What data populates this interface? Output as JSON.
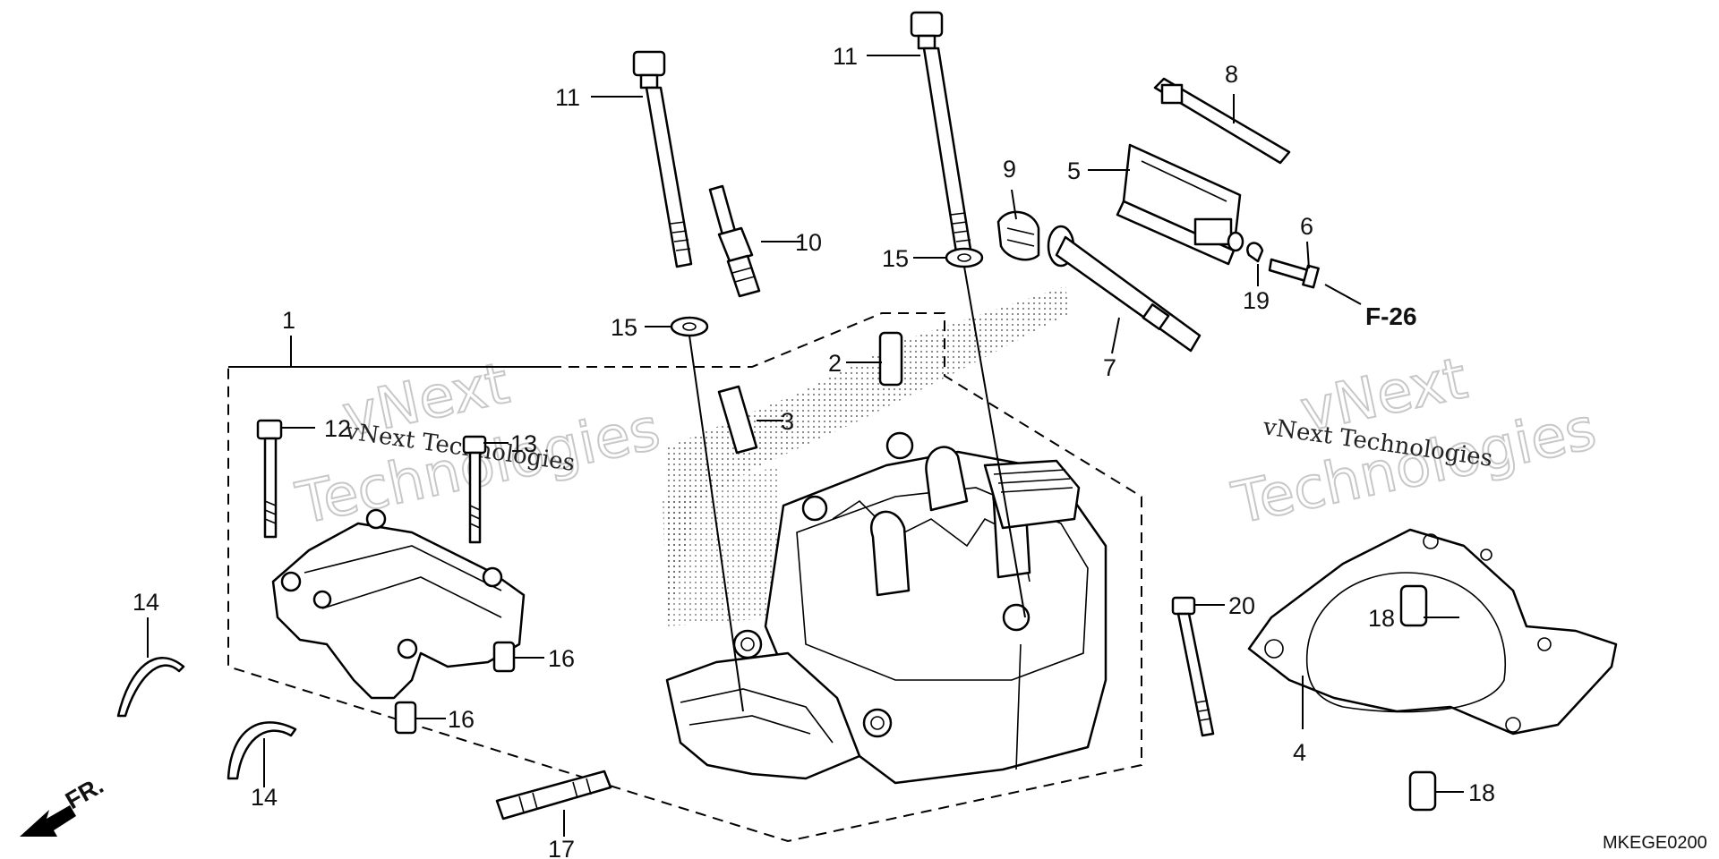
{
  "diagram": {
    "callouts": [
      "1",
      "2",
      "3",
      "4",
      "5",
      "6",
      "7",
      "8",
      "9",
      "10",
      "11",
      "11",
      "12",
      "13",
      "14",
      "14",
      "15",
      "15",
      "16",
      "16",
      "17",
      "18",
      "18",
      "19",
      "20"
    ],
    "reference": "F-26",
    "code": "MKEGE0200",
    "direction": "FR.",
    "watermark": {
      "brand_line1": "vNext",
      "brand_line2": "Technologies",
      "caption": "vNext Technologies"
    }
  }
}
